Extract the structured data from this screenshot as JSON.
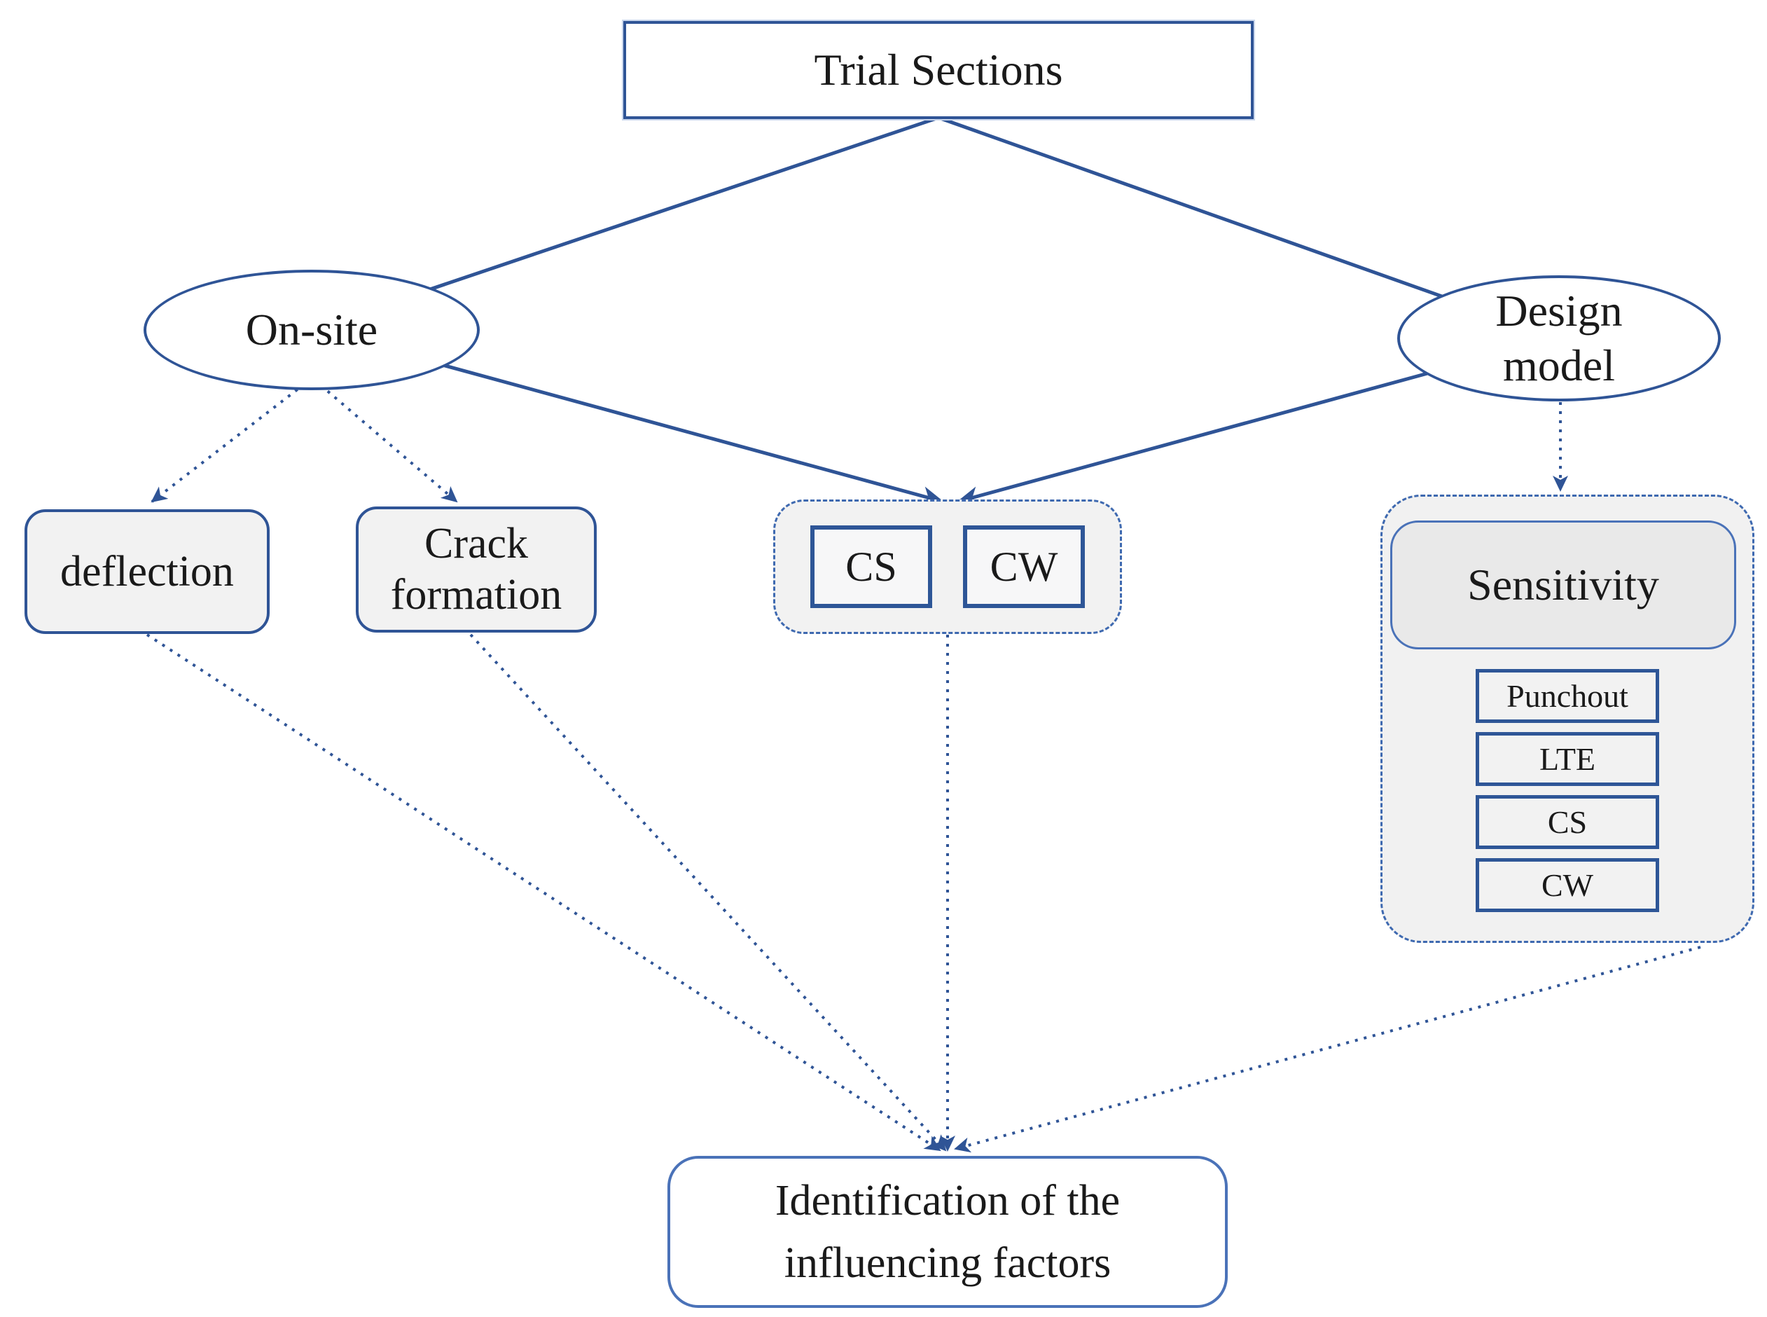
{
  "figure": {
    "type": "flowchart",
    "background": "#FFFFFF"
  },
  "colors": {
    "edge_blue": "#2F5496",
    "border_blue_dark": "#2E5697",
    "border_blue_light": "#4A72B8",
    "dashed_border_blue": "#3E69B0",
    "fill_light_gray": "#F2F2F2",
    "fill_gray": "#E9E9E9",
    "fill_white": "#FFFFFF",
    "text_color": "#1A1A1A"
  },
  "nodes": {
    "trial_sections": {
      "label": "Trial Sections",
      "shape": "rectangle"
    },
    "on_site": {
      "label": "On-site",
      "shape": "ellipse"
    },
    "design_model": {
      "label": "Design\nmodel",
      "shape": "ellipse"
    },
    "deflection": {
      "label": "deflection",
      "shape": "rounded-rectangle"
    },
    "crack_formation": {
      "label": "Crack formation",
      "shape": "rounded-rectangle"
    },
    "cs_cw_group": {
      "shape": "dashed-container",
      "items": [
        {
          "label": "CS"
        },
        {
          "label": "CW"
        }
      ]
    },
    "sensitivity_group": {
      "shape": "dashed-container",
      "header": {
        "label": "Sensitivity"
      },
      "items": [
        {
          "label": "Punchout"
        },
        {
          "label": "LTE"
        },
        {
          "label": "CS"
        },
        {
          "label": "CW"
        }
      ]
    },
    "identification": {
      "label": "Identification of the influencing factors",
      "shape": "rounded-rectangle"
    }
  },
  "edges": [
    {
      "from": "trial_sections",
      "to": "on_site",
      "style": "solid",
      "arrow": false
    },
    {
      "from": "trial_sections",
      "to": "design_model",
      "style": "solid",
      "arrow": false
    },
    {
      "from": "on_site",
      "to": "cs_cw_group",
      "style": "solid",
      "arrow": true
    },
    {
      "from": "design_model",
      "to": "cs_cw_group",
      "style": "solid",
      "arrow": true
    },
    {
      "from": "on_site",
      "to": "deflection",
      "style": "dotted",
      "arrow": true
    },
    {
      "from": "on_site",
      "to": "crack_formation",
      "style": "dotted",
      "arrow": true
    },
    {
      "from": "design_model",
      "to": "sensitivity_group",
      "style": "dotted",
      "arrow": true
    },
    {
      "from": "deflection",
      "to": "identification",
      "style": "dotted",
      "arrow": true
    },
    {
      "from": "crack_formation",
      "to": "identification",
      "style": "dotted",
      "arrow": true
    },
    {
      "from": "cs_cw_group",
      "to": "identification",
      "style": "dotted",
      "arrow": true
    },
    {
      "from": "sensitivity_group",
      "to": "identification",
      "style": "dotted",
      "arrow": true
    }
  ]
}
